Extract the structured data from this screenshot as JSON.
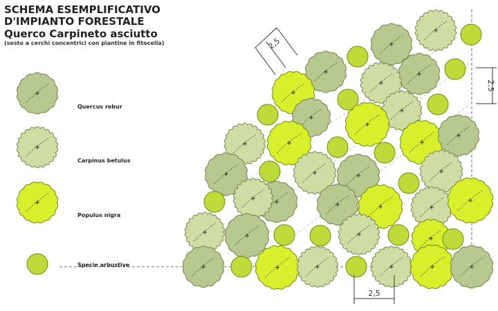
{
  "title": {
    "line1": "SCHEMA ESEMPLIFICATIVO",
    "line2": "D'IMPIANTO FORESTALE",
    "line3": "Querco Carpineto asciutto",
    "note": "(sesto a cerchi concentrici con piantine in fitocella)"
  },
  "legend": [
    {
      "id": "quercus",
      "label": "Quercus robur",
      "color": "#b8c98f",
      "edge": "#6d7f4a"
    },
    {
      "id": "carpinus",
      "label": "Carpinus betulus",
      "color": "#cfdca4",
      "edge": "#77884f"
    },
    {
      "id": "populus",
      "label": "Populus nigra",
      "color": "#d8f02c",
      "edge": "#6f8a10"
    },
    {
      "id": "shrub",
      "label": "Specie arbustive",
      "color": "#bedb3a",
      "edge": "#6f8a10"
    }
  ],
  "dimensions": {
    "top": "2,5",
    "right": "2,5",
    "bottom": "2,5"
  }
}
